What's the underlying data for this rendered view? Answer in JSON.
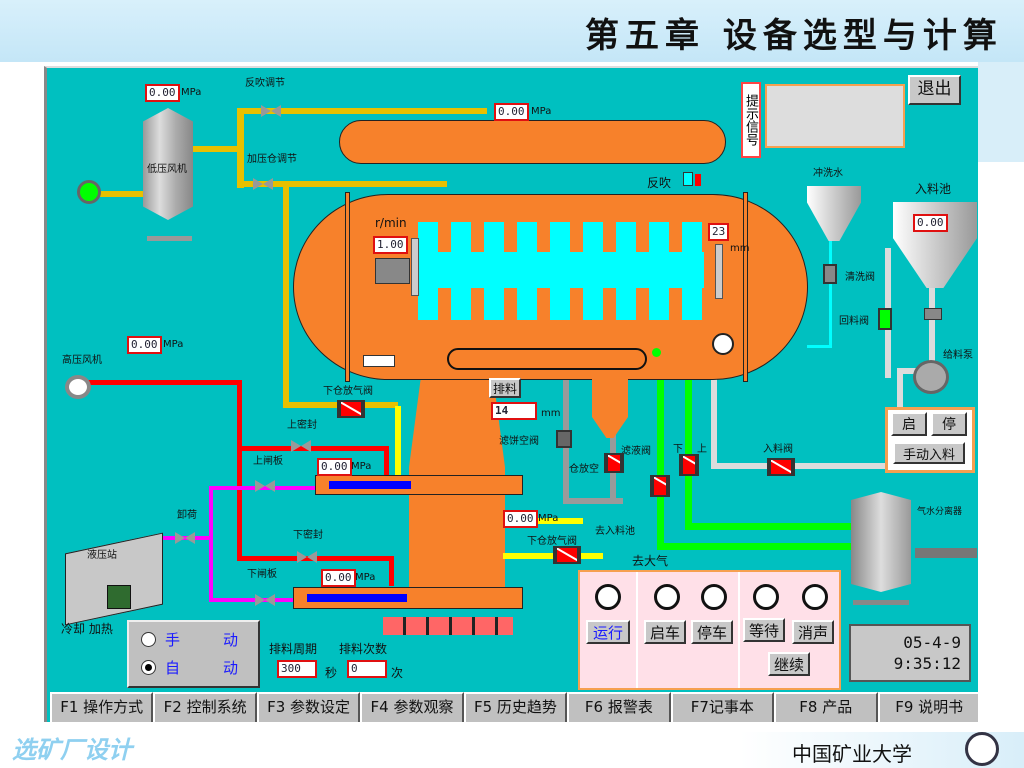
{
  "slide": {
    "title": "第五章  设备选型与计算",
    "footer_left": "选矿厂设计",
    "footer_right": "中国矿业大学"
  },
  "top": {
    "exit": "退出",
    "hint_label": "提示信号",
    "hint_text": ""
  },
  "pressure": {
    "fan_low": "0.00",
    "unit": "MPa",
    "drum": "0.00",
    "main": "0.00",
    "high": "0.00",
    "upper_plate": "0.00",
    "lower_plate": "0.00",
    "exhaust": "0.00"
  },
  "labels": {
    "blow_reg": "反吹调节",
    "press_reg": "加压仓调节",
    "low_fan": "低压风机",
    "high_fan": "高压风机",
    "blowback": "反吹",
    "rpm_unit": "r/min",
    "rpm": "1.00",
    "level": "23",
    "mm": "mm",
    "rinse": "冲洗水",
    "rinse_valve": "清洗阀",
    "return_valve": "回料阀",
    "feed_tank": "入料池",
    "feed_tank_val": "0.00",
    "feed_pump": "给料泵",
    "feed_valve": "入料阀",
    "lower_vent": "下仓放气阀",
    "upper_seal": "上密封",
    "upper_gate": "上闸板",
    "unload": "卸荷",
    "hyd": "液压站",
    "lower_seal": "下密封",
    "lower_gate": "下闸板",
    "cool_heat": "冷却 加热",
    "discharge": "排料",
    "discharge_val": "14",
    "cake_vent": "滤饼空阀",
    "filtrate_valve": "滤液阀",
    "bin_vent": "仓放空",
    "down": "下",
    "up": "上",
    "to_feed": "去入料池",
    "exhaust_valve": "下仓放气阀",
    "to_atm": "去大气",
    "separator": "气水分离器",
    "cycle": "排料周期",
    "count": "排料次数",
    "cycle_val": "300",
    "cycle_unit": "秒",
    "count_val": "0",
    "count_unit": "次"
  },
  "pump_ctrl": {
    "start": "启",
    "stop": "停",
    "manual_feed": "手动入料"
  },
  "mode": {
    "manual": [
      "手",
      "动"
    ],
    "auto": [
      "自",
      "动"
    ],
    "selected": "auto"
  },
  "status": {
    "run": "运行",
    "start": "启车",
    "stop": "停车",
    "wait": "等待",
    "mute": "消声",
    "continue": "继续"
  },
  "clock": {
    "date": "05-4-9",
    "time": "9:35:12"
  },
  "fkeys": [
    "F1 操作方式",
    "F2 控制系统",
    "F3 参数设定",
    "F4 参数观察",
    "F5 历史趋势",
    "F6 报警表",
    "F7记事本",
    "F8 产品",
    "F9 说明书"
  ],
  "colors": {
    "panel": "#00C0C0",
    "vessel": "#F7812B"
  }
}
